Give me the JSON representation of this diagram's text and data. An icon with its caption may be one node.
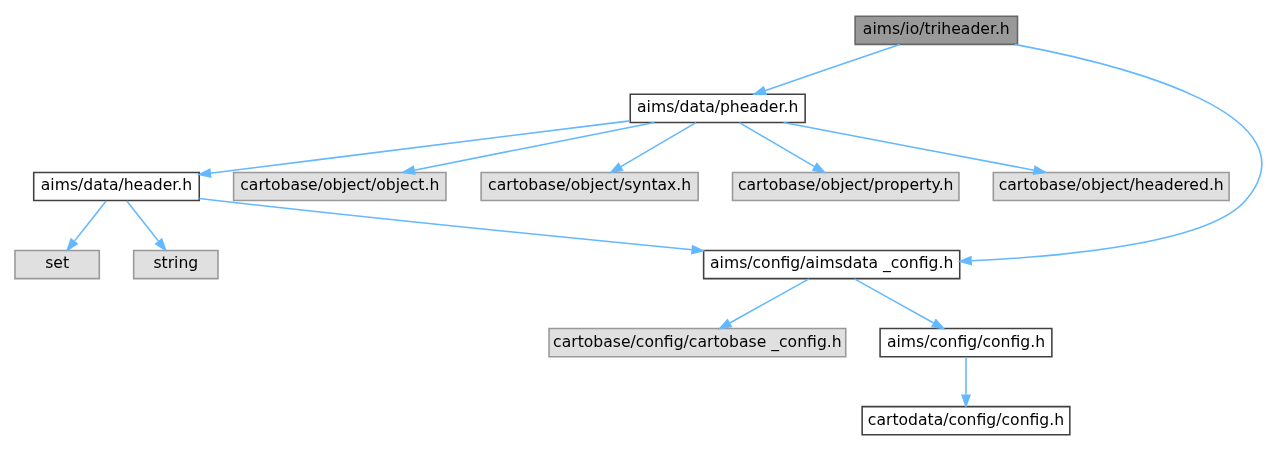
{
  "diagram": {
    "nodes": [
      {
        "text": [
          "aims/io/triheader.h"
        ]
      },
      {
        "text": [
          "aims/data/pheader.h"
        ]
      },
      {
        "text": [
          "aims/data/header.h"
        ]
      },
      {
        "text": [
          "cartobase/object/object.h"
        ]
      },
      {
        "text": [
          "cartobase/object/syntax.h"
        ]
      },
      {
        "text": [
          "cartobase/object/property.h"
        ]
      },
      {
        "text": [
          "cartobase/object/headered.h"
        ]
      },
      {
        "text": [
          "aims/config/aimsdata _config.h"
        ]
      },
      {
        "text": [
          "set"
        ]
      },
      {
        "text": [
          "string"
        ]
      },
      {
        "text": [
          "cartobase/config/cartobase _config.h"
        ]
      },
      {
        "text": [
          "aims/config/config.h"
        ]
      },
      {
        "text": [
          "cartodata/config/config.h"
        ]
      }
    ],
    "edges": [
      {
        "from": 0,
        "to": 7,
        "arrow": "to"
      },
      {
        "from": 0,
        "to": 1,
        "arrow": "to"
      },
      {
        "from": 1,
        "to": 2,
        "arrow": "to"
      },
      {
        "from": 1,
        "to": 3,
        "arrow": "to"
      },
      {
        "from": 1,
        "to": 4,
        "arrow": "to"
      },
      {
        "from": 1,
        "to": 5,
        "arrow": "to"
      },
      {
        "from": 1,
        "to": 6,
        "arrow": "to"
      },
      {
        "from": 2,
        "to": 7,
        "arrow": "to"
      },
      {
        "from": 2,
        "to": 8,
        "arrow": "to"
      },
      {
        "from": 2,
        "to": 9,
        "arrow": "to"
      },
      {
        "from": 7,
        "to": 10,
        "arrow": "to"
      },
      {
        "from": 7,
        "to": 11,
        "arrow": "to"
      },
      {
        "from": 11,
        "to": 12,
        "arrow": "to"
      }
    ]
  }
}
